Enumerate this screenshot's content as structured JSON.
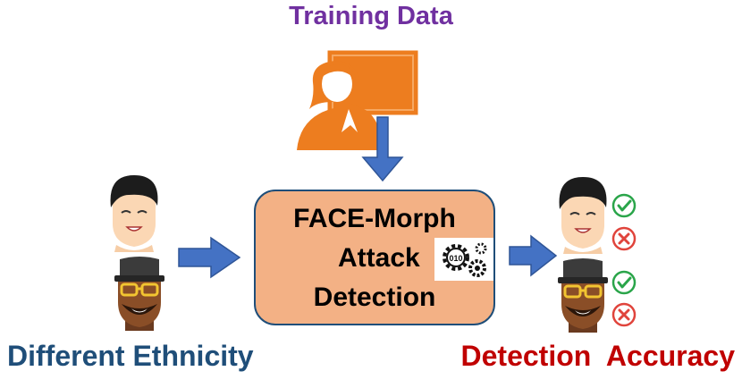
{
  "title": "Training Data",
  "input_label": "Different Ethnicity",
  "output_label": "Detection  Accuracy",
  "process": {
    "line1": "FACE-Morph",
    "line2": "Attack",
    "line3": "Detection"
  },
  "colors": {
    "title": "#7030a0",
    "input_label": "#1f4e79",
    "output_label": "#c00000",
    "box_fill": "#f3b185",
    "arrow": "#4472c4",
    "teacher": "#ed7d1f",
    "check": "#2aa54a",
    "cross": "#e0443c"
  },
  "icons": [
    "teacher-at-board-icon",
    "gears-binary-icon",
    "asian-face-icon",
    "dark-skin-face-icon",
    "check-icon",
    "cross-icon"
  ]
}
